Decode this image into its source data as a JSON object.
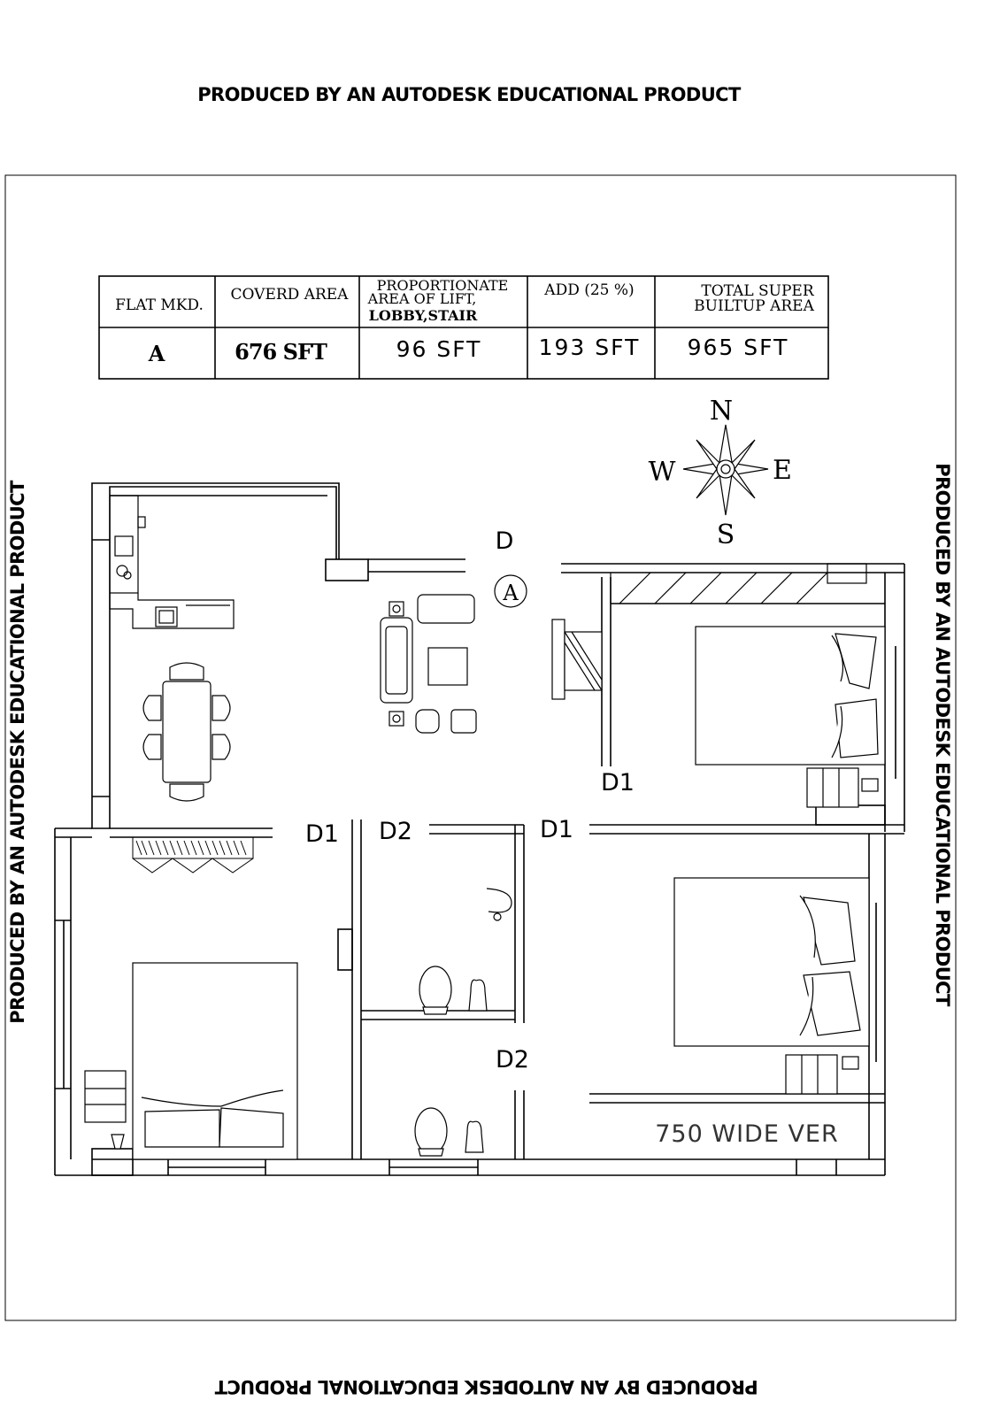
{
  "watermark": "PRODUCED BY AN AUTODESK EDUCATIONAL PRODUCT",
  "area_table": {
    "headers": {
      "flat": "FLAT MKD.",
      "covered": "COVERD AREA",
      "proportionate": [
        "PROPORTIONATE",
        "AREA OF LIFT,",
        "LOBBY,STAIR"
      ],
      "add": "ADD (25 %)",
      "total": [
        "TOTAL SUPER",
        "BUILTUP AREA"
      ]
    },
    "row": {
      "flat": "A",
      "covered": "676 SFT",
      "proportionate": "96 SFT",
      "add": "193 SFT",
      "total": "965 SFT"
    }
  },
  "compass": {
    "north": "N",
    "south": "S",
    "east": "E",
    "west": "W"
  },
  "plan": {
    "flat_marker": "A",
    "door_labels": {
      "main": "D",
      "bedroom_ne": "D1",
      "left": "D1",
      "bath_top": "D2",
      "bedroom_se": "D1",
      "bath_bottom": "D2"
    },
    "ventilator_note": "750 WIDE VER"
  }
}
